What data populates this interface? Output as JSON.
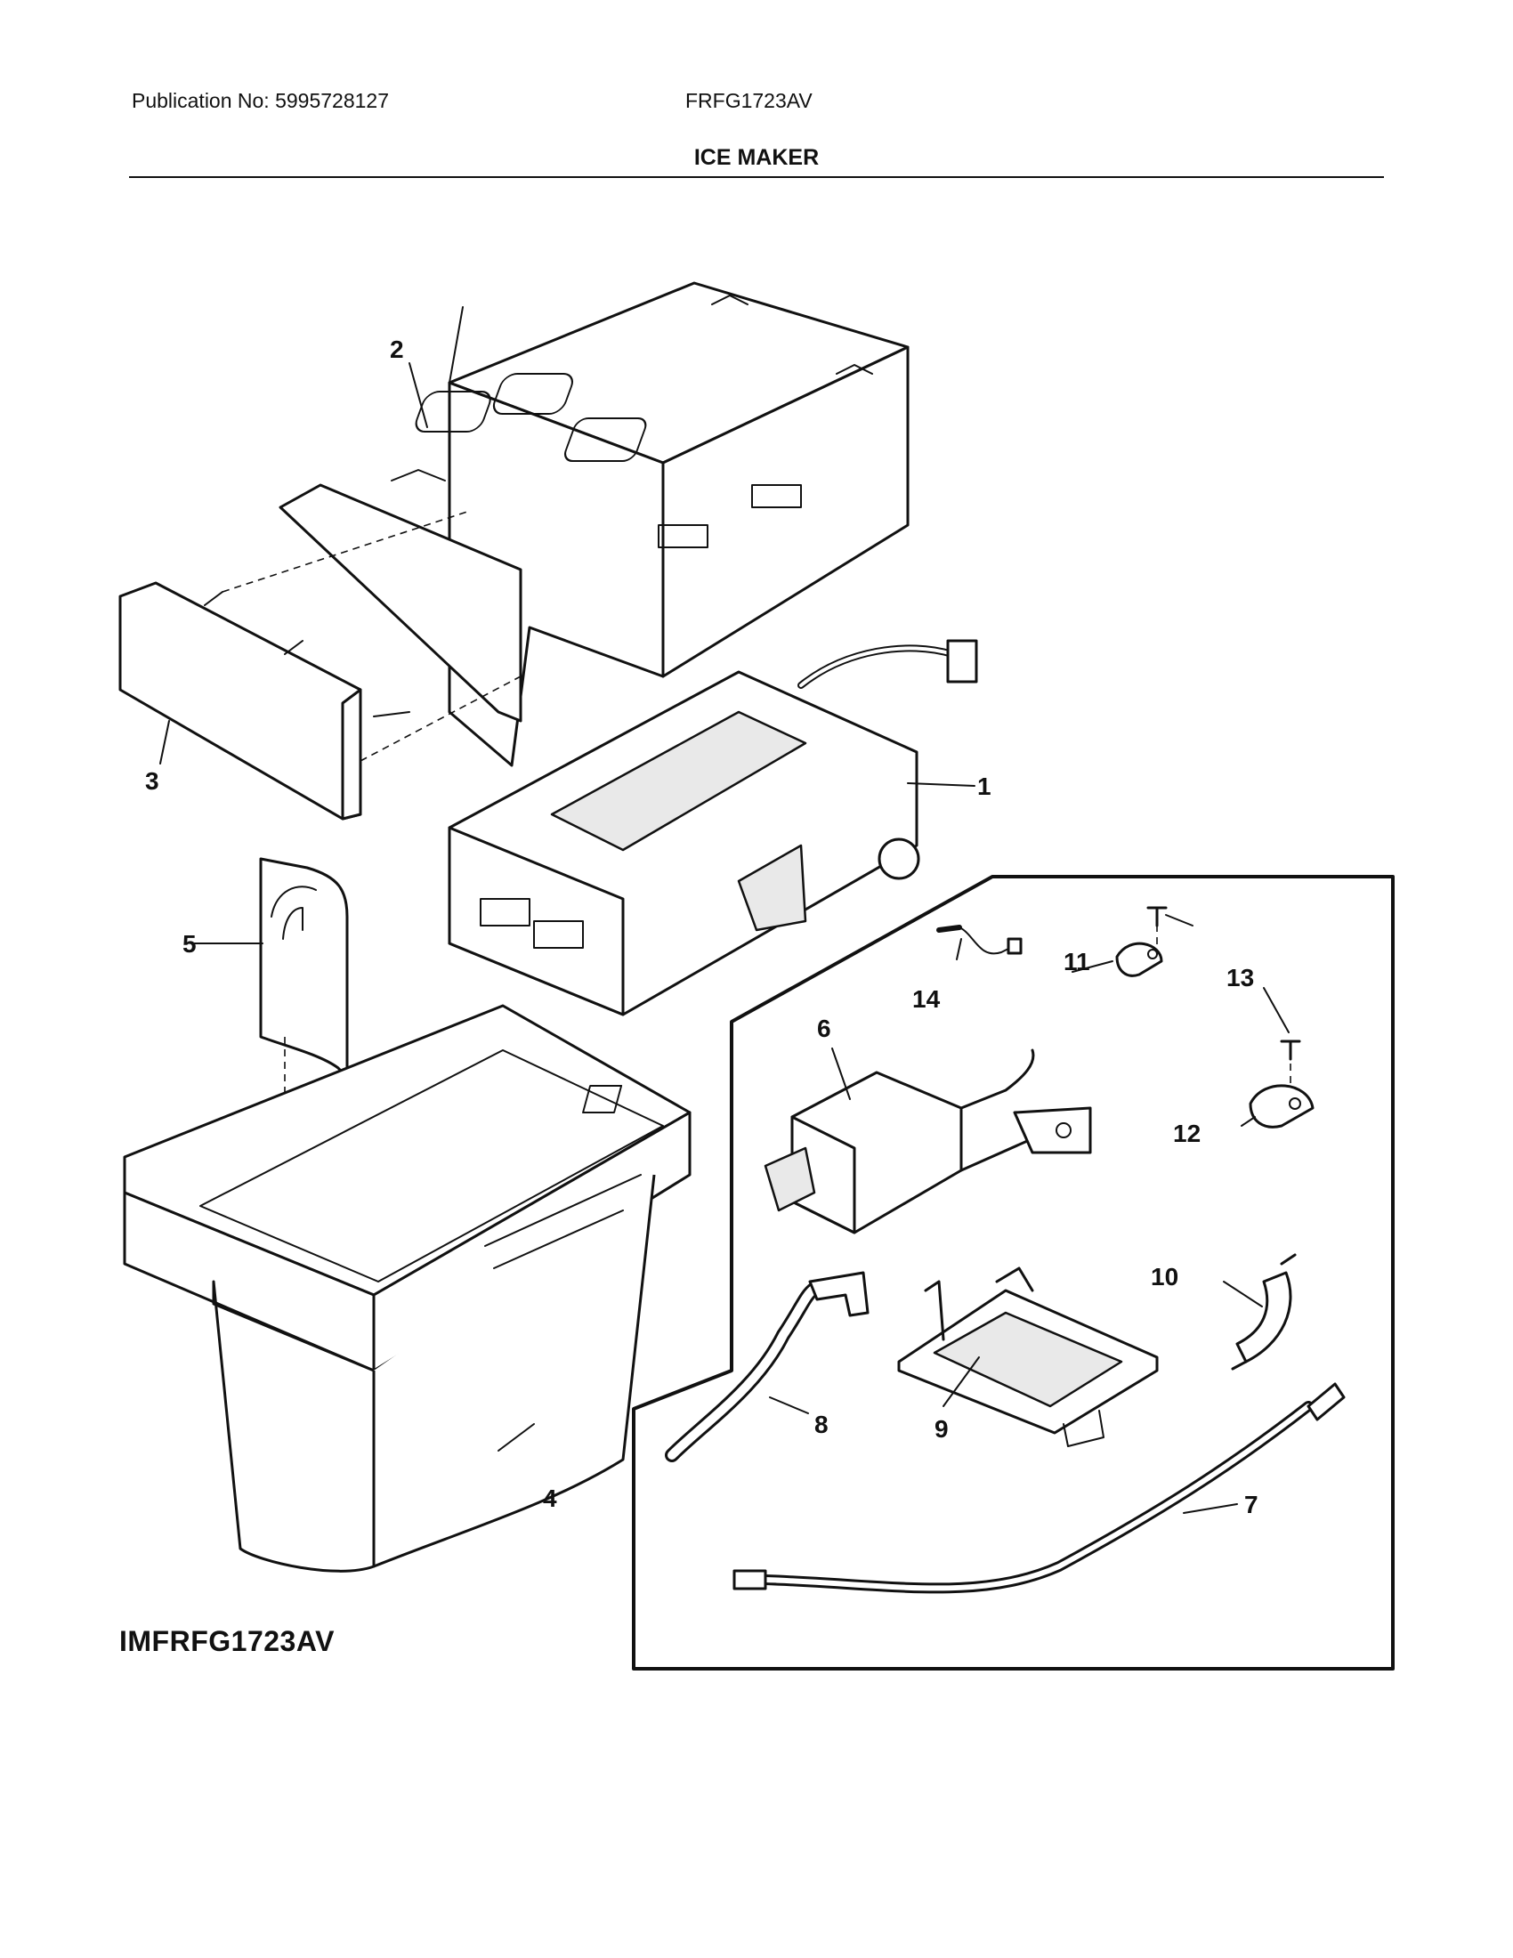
{
  "header": {
    "publication": "Publication No: 5995728127",
    "model": "FRFG1723AV",
    "title": "ICE MAKER"
  },
  "diagram_code": "IMFRFG1723AV",
  "callouts": [
    "1",
    "2",
    "3",
    "4",
    "5",
    "6",
    "7",
    "8",
    "9",
    "10",
    "11",
    "12",
    "13",
    "14"
  ]
}
